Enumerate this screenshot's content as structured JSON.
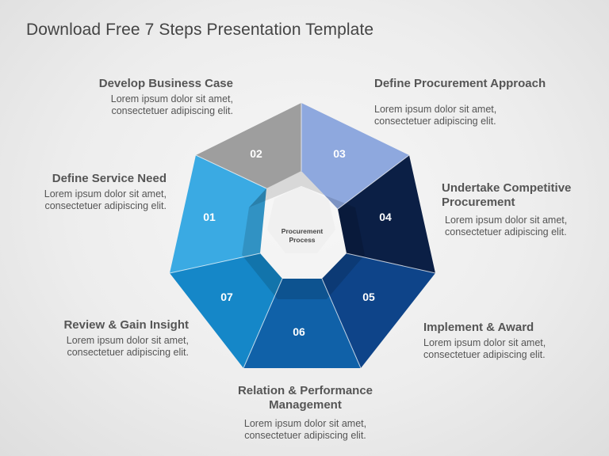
{
  "title": "Download Free 7 Steps Presentation Template",
  "center": {
    "line1": "Procurement",
    "line2": "Process"
  },
  "colors": {
    "s01": "#3aaae3",
    "s02": "#9e9e9e",
    "s03": "#8ea8de",
    "s04": "#0b1f45",
    "s05": "#0e4489",
    "s06": "#1061a8",
    "s07": "#1587c8"
  },
  "steps": [
    {
      "num": "01",
      "title": "Define Service Need",
      "desc1": "Lorem ipsum dolor sit amet,",
      "desc2": "consectetuer adipiscing elit."
    },
    {
      "num": "02",
      "title": "Develop Business Case",
      "desc1": "Lorem ipsum dolor sit amet,",
      "desc2": "consectetuer adipiscing elit."
    },
    {
      "num": "03",
      "title": "Define Procurement Approach",
      "desc1": "Lorem ipsum dolor sit amet,",
      "desc2": "consectetuer adipiscing elit."
    },
    {
      "num": "04",
      "title1": "Undertake Competitive",
      "title2": "Procurement",
      "desc1": "Lorem ipsum dolor sit amet,",
      "desc2": "consectetuer adipiscing elit."
    },
    {
      "num": "05",
      "title": "Implement & Award",
      "desc1": "Lorem ipsum dolor sit amet,",
      "desc2": "consectetuer adipiscing elit."
    },
    {
      "num": "06",
      "title1": "Relation & Performance",
      "title2": "Management",
      "desc1": "Lorem ipsum dolor sit amet,",
      "desc2": "consectetuer adipiscing elit."
    },
    {
      "num": "07",
      "title": "Review & Gain Insight",
      "desc1": "Lorem ipsum dolor sit amet,",
      "desc2": "consectetuer adipiscing elit."
    }
  ]
}
